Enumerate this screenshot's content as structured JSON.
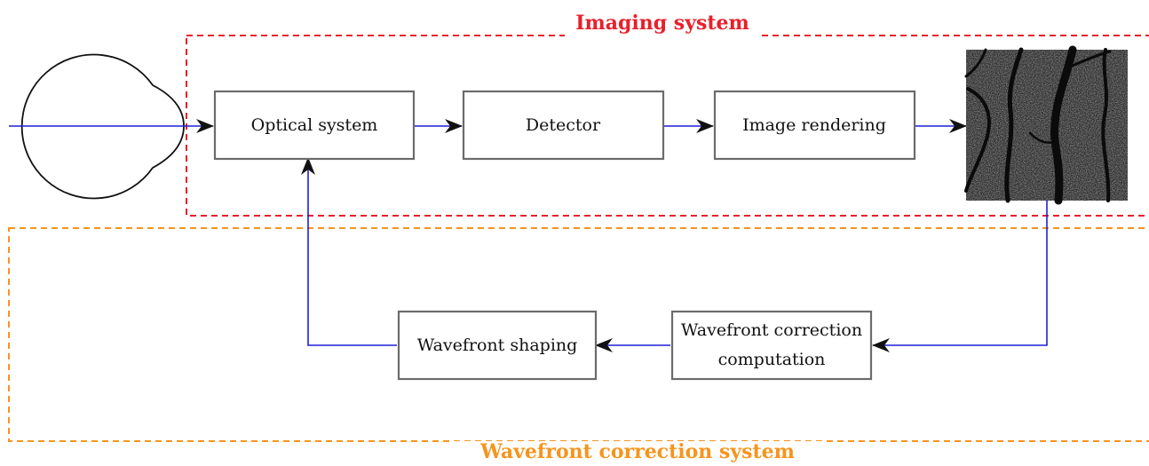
{
  "colors": {
    "imaging_border": "#e8202a",
    "correction_border": "#f7941d",
    "flow_line": "#1f1fd6",
    "box_border": "#6b6b6b",
    "arrow_head": "#111111"
  },
  "imaging_system": {
    "title": "Imaging system"
  },
  "correction_system": {
    "title": "Wavefront correction system"
  },
  "boxes": {
    "optical_system": "Optical system",
    "detector": "Detector",
    "image_rendering": "Image rendering",
    "wavefront_shaping": "Wavefront shaping",
    "wavefront_correction": [
      "Wavefront correction",
      "computation"
    ]
  },
  "eye": {
    "icon": "eye-icon"
  },
  "retina_image": {
    "icon": "retina-image-icon"
  }
}
